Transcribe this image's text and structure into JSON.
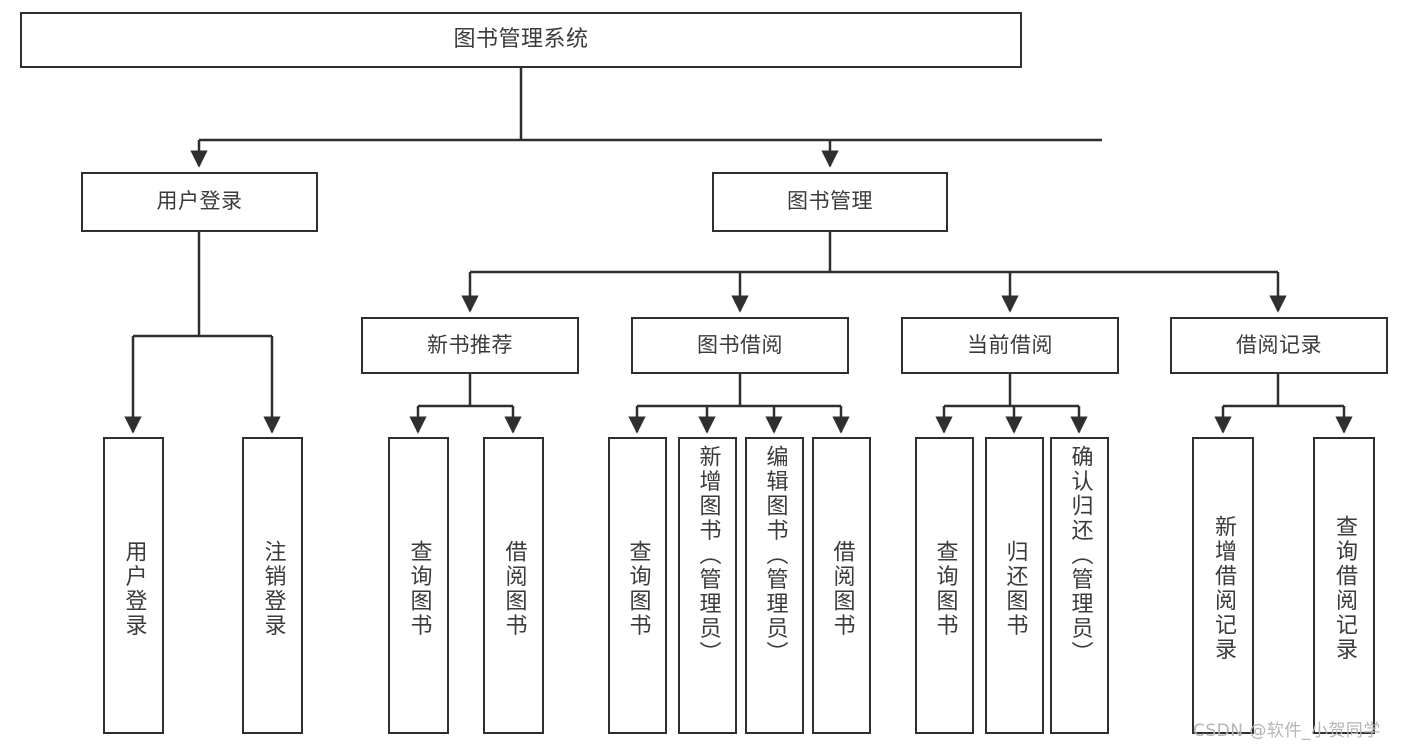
{
  "diagram": {
    "title": "图书管理系统",
    "type": "tree-structure-chart",
    "root": {
      "label": "图书管理系统"
    },
    "level2": [
      {
        "label": "用户登录"
      },
      {
        "label": "图书管理"
      }
    ],
    "level3": [
      {
        "label": "新书推荐"
      },
      {
        "label": "图书借阅"
      },
      {
        "label": "当前借阅"
      },
      {
        "label": "借阅记录"
      }
    ],
    "leaves": [
      {
        "label": "用户登录",
        "parent": "用户登录"
      },
      {
        "label": "注销登录",
        "parent": "用户登录"
      },
      {
        "label": "查询图书",
        "parent": "新书推荐"
      },
      {
        "label": "借阅图书",
        "parent": "新书推荐"
      },
      {
        "label": "查询图书",
        "parent": "图书借阅"
      },
      {
        "label": "新增图书（管理员）",
        "parent": "图书借阅"
      },
      {
        "label": "编辑图书（管理员）",
        "parent": "图书借阅"
      },
      {
        "label": "借阅图书",
        "parent": "图书借阅"
      },
      {
        "label": "查询图书",
        "parent": "当前借阅"
      },
      {
        "label": "归还图书",
        "parent": "当前借阅"
      },
      {
        "label": "确认归还（管理员）",
        "parent": "当前借阅"
      },
      {
        "label": "新增借阅记录",
        "parent": "借阅记录"
      },
      {
        "label": "查询借阅记录",
        "parent": "借阅记录"
      }
    ]
  },
  "watermark": {
    "text": "CSDN @软件_小贺同学"
  },
  "colors": {
    "stroke": "#2f2f2f",
    "text": "#3b3b3b",
    "background": "#ffffff",
    "watermark": "#b4b4b4"
  }
}
